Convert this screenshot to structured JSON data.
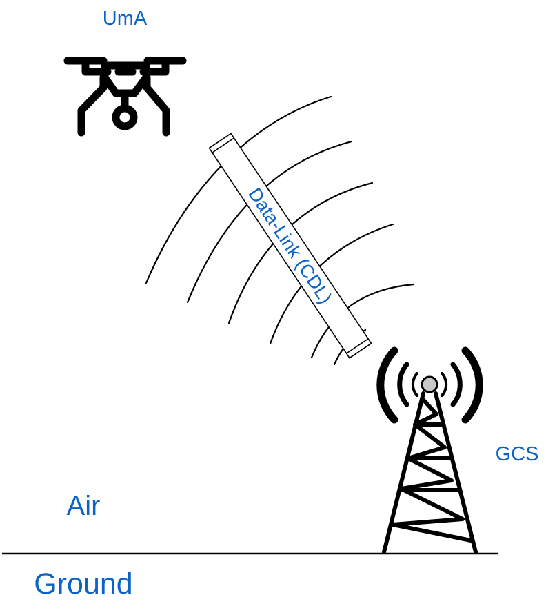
{
  "labels": {
    "drone": "UmA",
    "station": "GCS",
    "link": "Data-Link (CDL)",
    "air": "Air",
    "ground": "Ground"
  },
  "colors": {
    "label": "#0b63c5",
    "stroke": "#000000",
    "antenna_tip": "#c8c8c8",
    "background": "#ffffff"
  },
  "icons": {
    "drone": "drone-icon",
    "tower": "radio-tower-icon"
  }
}
